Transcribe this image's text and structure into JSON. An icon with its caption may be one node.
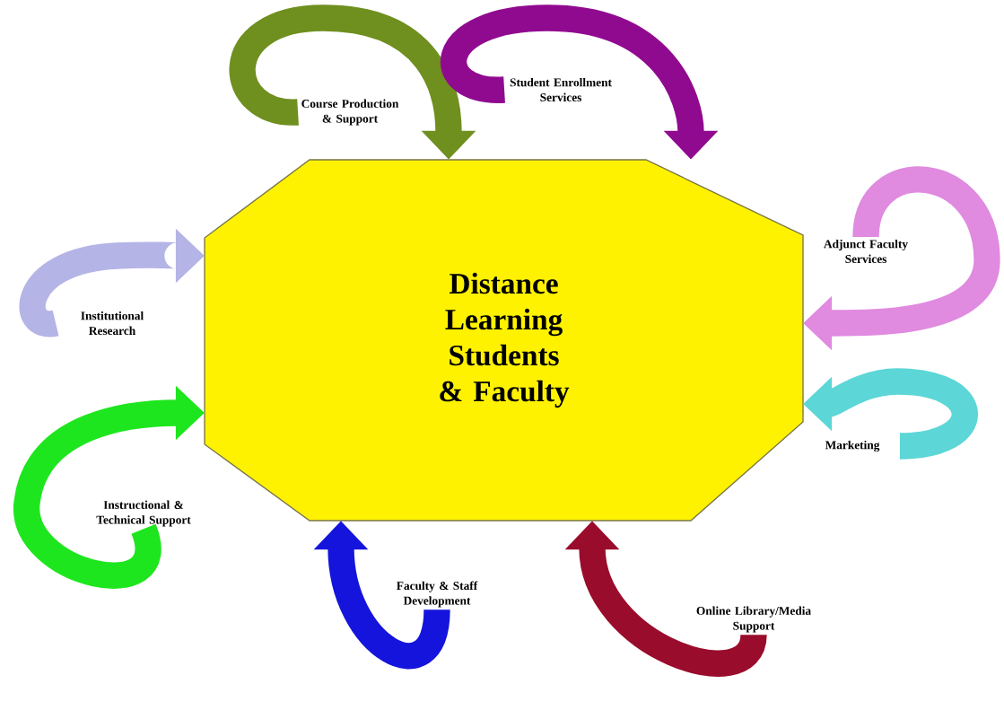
{
  "diagram": {
    "nodes": [
      {
        "text": [
          "Distance Learning Students & Faculty"
        ]
      },
      {
        "text": [
          "Course Production & Support"
        ]
      },
      {
        "text": [
          "Student Enrollment Services"
        ]
      },
      {
        "text": [
          "Adjunct Faculty Services"
        ]
      },
      {
        "text": [
          "Institutional Research"
        ]
      },
      {
        "text": [
          "Marketing"
        ]
      },
      {
        "text": [
          "Instructional & Technical Support"
        ]
      },
      {
        "text": [
          "Faculty & Staff Development"
        ]
      },
      {
        "text": [
          "Online Library/Media Support"
        ]
      }
    ],
    "edges": [
      {
        "from": 1,
        "to": 0,
        "arrow": "to",
        "color": "#6f8f1f"
      },
      {
        "from": 2,
        "to": 0,
        "arrow": "to",
        "color": "#900a90"
      },
      {
        "from": 3,
        "to": 0,
        "arrow": "to",
        "color": "#e08ae0"
      },
      {
        "from": 4,
        "to": 0,
        "arrow": "to",
        "color": "#b4b4e6"
      },
      {
        "from": 5,
        "to": 0,
        "arrow": "to",
        "color": "#5cd6d6"
      },
      {
        "from": 6,
        "to": 0,
        "arrow": "to",
        "color": "#1ee61e"
      },
      {
        "from": 7,
        "to": 0,
        "arrow": "to",
        "color": "#1414dc"
      },
      {
        "from": 8,
        "to": 0,
        "arrow": "to",
        "color": "#9a0c2c"
      }
    ]
  }
}
